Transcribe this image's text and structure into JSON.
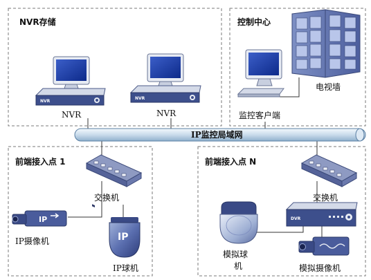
{
  "zones": {
    "nvr_storage": "NVR存储",
    "control_center": "控制中心",
    "front_end_1": "前端接入点 1",
    "front_end_n": "前端接入点 N"
  },
  "network_bus": "IP监控局域网",
  "devices": {
    "nvr_1": "NVR",
    "nvr_2": "NVR",
    "nvr_badge": "NVR",
    "tv_wall": "电视墙",
    "monitor_client": "监控客户端",
    "switch_1": "交换机",
    "switch_n": "交换机",
    "ip_camera": "IP摄像机",
    "ip_dome": "IP球机",
    "ip_mark_camera": "IP",
    "ip_mark_dome": "IP",
    "analog_dome_line1": "模拟球",
    "analog_dome_line2": "机",
    "analog_camera": "模拟摄像机",
    "dvr_badge": "DVR"
  },
  "colors": {
    "device_blue": "#3d4f8c",
    "device_light": "#e8ecf4",
    "bus_fill": "#cfe0ef",
    "zone_border": "#7a7a7a"
  }
}
